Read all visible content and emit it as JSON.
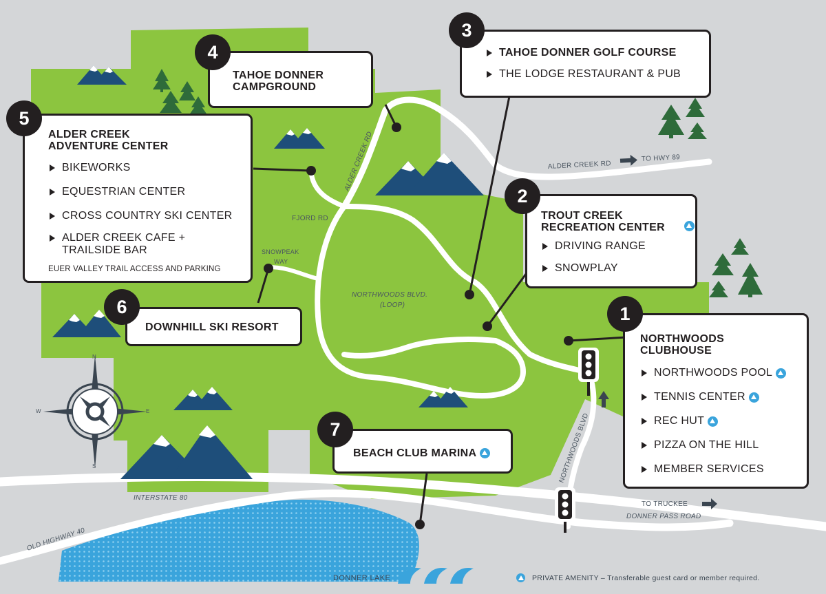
{
  "colors": {
    "background": "#d4d6d8",
    "land": "#8cc53f",
    "road": "#ffffff",
    "lake": "#3aa4dc",
    "mountain": "#1e4e7a",
    "tree": "#2e6b3a",
    "badge": "#231f20",
    "amenity": "#3aa4dc"
  },
  "locations": [
    {
      "number": "1",
      "title": "NORTHWOODS CLUBHOUSE",
      "items": [
        {
          "label": "NORTHWOODS POOL",
          "private": true
        },
        {
          "label": "TENNIS CENTER",
          "private": true
        },
        {
          "label": "REC HUT",
          "private": true
        },
        {
          "label": "PIZZA ON THE HILL",
          "private": false
        },
        {
          "label": "MEMBER SERVICES",
          "private": false
        }
      ]
    },
    {
      "number": "2",
      "title": "TROUT CREEK RECREATION CENTER",
      "title_private": true,
      "items": [
        {
          "label": "DRIVING RANGE",
          "private": false
        },
        {
          "label": "SNOWPLAY",
          "private": false
        }
      ]
    },
    {
      "number": "3",
      "title": "",
      "items": [
        {
          "label": "TAHOE DONNER GOLF COURSE",
          "private": false
        },
        {
          "label": "THE LODGE RESTAURANT & PUB",
          "private": false
        }
      ]
    },
    {
      "number": "4",
      "title": "TAHOE DONNER CAMPGROUND",
      "items": []
    },
    {
      "number": "5",
      "title": "ALDER CREEK ADVENTURE CENTER",
      "items": [
        {
          "label": "BIKEWORKS",
          "private": false
        },
        {
          "label": "EQUESTRIAN CENTER",
          "private": false
        },
        {
          "label": "CROSS COUNTRY SKI CENTER",
          "private": false
        },
        {
          "label": "ALDER CREEK CAFE + TRAILSIDE BAR",
          "private": false
        }
      ],
      "note": "EUER VALLEY TRAIL ACCESS AND PARKING"
    },
    {
      "number": "6",
      "title": "DOWNHILL SKI RESORT",
      "items": []
    },
    {
      "number": "7",
      "title": "BEACH CLUB MARINA",
      "title_private": true,
      "items": []
    }
  ],
  "roads": {
    "alder_creek_rd": "ALDER CREEK RD",
    "to_hwy_89": "TO HWY 89",
    "alder_creek_rd_vertical": "ALDER CREEK RD",
    "fjord_rd": "FJORD RD",
    "snowpeak": "SNOWPEAK",
    "way": "WAY",
    "northwoods_loop": "NORTHWOODS BLVD.",
    "loop": "(LOOP)",
    "northwoods_blvd": "NORTHWOODS BLVD",
    "interstate_80": "INTERSTATE 80",
    "old_highway_40": "OLD HIGHWAY 40",
    "to_truckee": "TO TRUCKEE",
    "donner_pass_road": "DONNER PASS ROAD"
  },
  "compass": {
    "n": "N",
    "s": "S",
    "e": "E",
    "w": "W"
  },
  "lake": {
    "label": "DONNER LAKE"
  },
  "legend": {
    "text": "PRIVATE AMENITY – Transferable guest card or member required."
  }
}
